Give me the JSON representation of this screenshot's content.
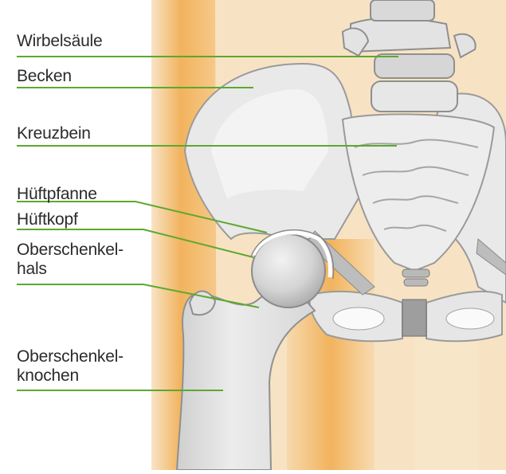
{
  "labels": {
    "wirbelsaeule": "Wirbelsäule",
    "becken": "Becken",
    "kreuzbein": "Kreuzbein",
    "hueftpfanne": "Hüftpfanne",
    "hueftkopf": "Hüftkopf",
    "oberschenkelhals": [
      "Oberschenkel-",
      "hals"
    ],
    "oberschenkelknochen": [
      "Oberschenkel-",
      "knochen"
    ]
  },
  "colors": {
    "leader_line": "#5da82f",
    "skin_orange": "#f3b25c",
    "bone": "#e8e8e8",
    "bone_shadow": "#b8b8b8",
    "text": "#2b2b2b"
  }
}
